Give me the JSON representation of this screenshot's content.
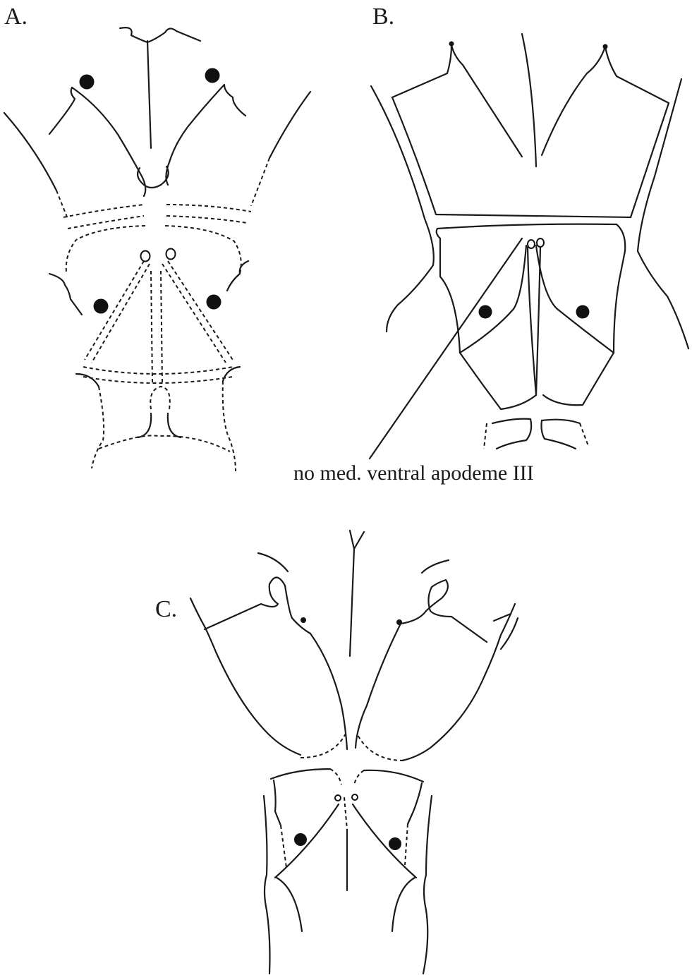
{
  "panels": {
    "a": {
      "label": "A."
    },
    "b": {
      "label": "B."
    },
    "c": {
      "label": "C."
    }
  },
  "annotations": {
    "b_callout": "no med. ventral apodeme III"
  },
  "colors": {
    "ink": "#1a1a1a",
    "background": "#ffffff"
  }
}
